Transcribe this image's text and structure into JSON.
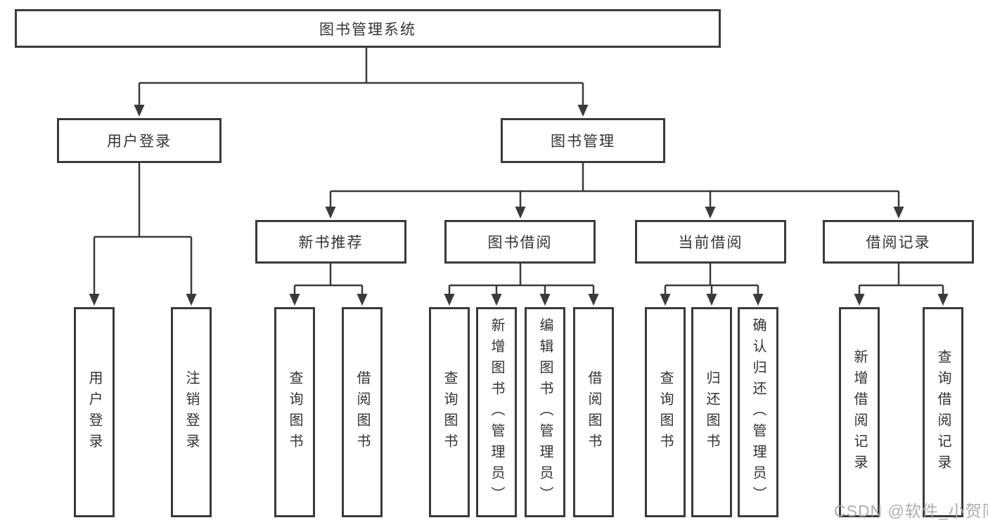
{
  "diagram": {
    "root": {
      "label": "图书管理系统"
    },
    "branches": [
      {
        "label": "用户登录",
        "children": [
          {
            "label": "用户登录"
          },
          {
            "label": "注销登录"
          }
        ]
      },
      {
        "label": "图书管理",
        "children": [
          {
            "label": "新书推荐",
            "children": [
              {
                "label": "查询图书"
              },
              {
                "label": "借阅图书"
              }
            ]
          },
          {
            "label": "图书借阅",
            "children": [
              {
                "label": "查询图书"
              },
              {
                "label": "新增图书（管理员）"
              },
              {
                "label": "编辑图书（管理员）"
              },
              {
                "label": "借阅图书"
              }
            ]
          },
          {
            "label": "当前借阅",
            "children": [
              {
                "label": "查询图书"
              },
              {
                "label": "归还图书"
              },
              {
                "label": "确认归还（管理员）"
              }
            ]
          },
          {
            "label": "借阅记录",
            "children": [
              {
                "label": "新增借阅记录"
              },
              {
                "label": "查询借阅记录"
              }
            ]
          }
        ]
      }
    ],
    "watermark": "CSDN @软件_小贺同学"
  },
  "colors": {
    "line": "#3a3a3a",
    "text": "#333333",
    "watermark": "#a6a6a6"
  }
}
